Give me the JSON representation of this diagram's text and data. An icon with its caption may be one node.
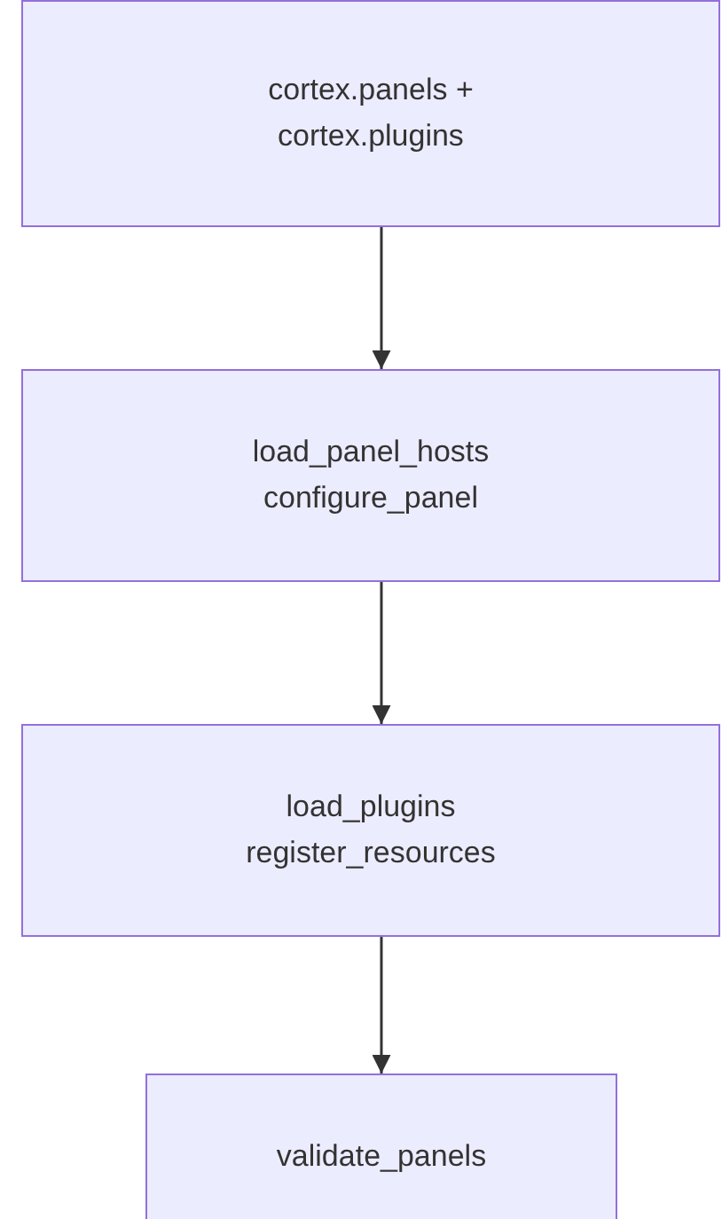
{
  "diagram": {
    "nodes": [
      {
        "text": [
          "cortex.panels + cortex.plugins"
        ]
      },
      {
        "text": [
          "load_panel_hosts configure_panel"
        ]
      },
      {
        "text": [
          "load_plugins register_resources"
        ]
      },
      {
        "text": [
          "validate_panels"
        ]
      }
    ],
    "edges": [
      {
        "from": 0,
        "to": 1,
        "arrow": "to"
      },
      {
        "from": 1,
        "to": 2,
        "arrow": "to"
      },
      {
        "from": 2,
        "to": 3,
        "arrow": "to"
      }
    ]
  }
}
